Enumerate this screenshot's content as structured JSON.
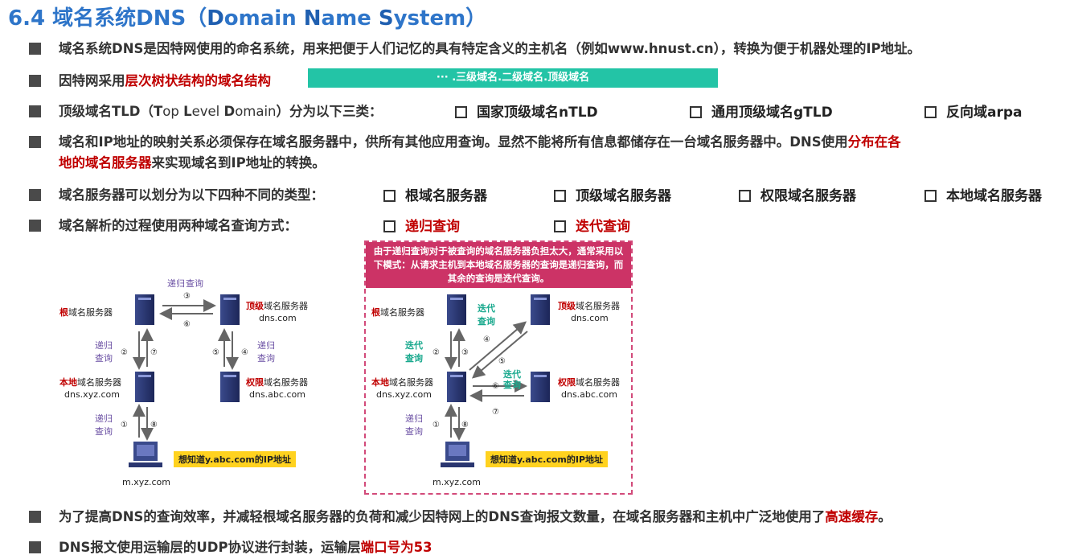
{
  "title": {
    "prefix": "6.4 域名系统DNS（",
    "d": "D",
    "omain": "omain ",
    "n": "N",
    "ame": "ame ",
    "s": "S",
    "ystem": "ystem",
    "suffix": "）"
  },
  "bullets": {
    "b1": "域名系统DNS是因特网使用的命名系统，用来把便于人们记忆的具有特定含义的主机名（例如www.hnust.cn），转换为便于机器处理的IP地址。",
    "b2_pre": "因特网采用",
    "b2_red": "层次树状结构的域名结构",
    "b2_bar": "···  .三级域名.二级域名.顶级域名",
    "b3_pre": "顶级域名TLD（",
    "b3_t": "T",
    "b3_op": "op ",
    "b3_l": "L",
    "b3_evel": "evel ",
    "b3_d": "D",
    "b3_omain": "omain",
    "b3_post": "）分为以下三类：",
    "b3_opts": [
      "国家顶级域名nTLD",
      "通用顶级域名gTLD",
      "反向域arpa"
    ],
    "b4_pre": "域名和IP地址的映射关系必须保存在域名服务器中，供所有其他应用查询。显然不能将所有信息都储存在一台域名服务器中。DNS使用",
    "b4_red1": "分布在各",
    "b4_red2": "地的域名服务器",
    "b4_post": "来实现域名到IP地址的转换。",
    "b5_pre": "域名服务器可以划分为以下四种不同的类型：",
    "b5_opts": [
      "根域名服务器",
      "顶级域名服务器",
      "权限域名服务器",
      "本地域名服务器"
    ],
    "b6_pre": "域名解析的过程使用两种域名查询方式：",
    "b6_opts": [
      "递归查询",
      "迭代查询"
    ],
    "b7_pre": "为了提高DNS的查询效率，并减轻根域名服务器的负荷和减少因特网上的DNS查询报文数量，在域名服务器和主机中广泛地使用了",
    "b7_red": "高速缓存",
    "b7_post": "。",
    "b8_pre": "DNS报文使用运输层的UDP协议进行封装，运输层",
    "b8_red": "端口号为53"
  },
  "note": "由于递归查询对于被查询的域名服务器负担太大，通常采用以下模式：从请求主机到本地域名服务器的查询是递归查询，而其余的查询是迭代查询。",
  "diagram": {
    "root_red": "根",
    "root_rest": "域名服务器",
    "tld_red": "顶级",
    "tld_rest": "域名服务器",
    "tld_host": "dns.com",
    "local_red": "本地",
    "local_rest": "域名服务器",
    "local_host": "dns.xyz.com",
    "auth_red": "权限",
    "auth_rest": "域名服务器",
    "auth_host": "dns.abc.com",
    "client_host": "m.xyz.com",
    "want": "想知道y.abc.com的IP地址",
    "recursive_1": "递归",
    "recursive_2": "查询",
    "iter_1": "迭代",
    "iter_2": "查询",
    "nums": [
      "①",
      "②",
      "③",
      "④",
      "⑤",
      "⑥",
      "⑦",
      "⑧"
    ]
  },
  "colors": {
    "title": "#2e75c9",
    "red": "#c00000",
    "teal": "#23c4a6",
    "pink": "#cc3366",
    "yellow": "#ffd21f"
  }
}
